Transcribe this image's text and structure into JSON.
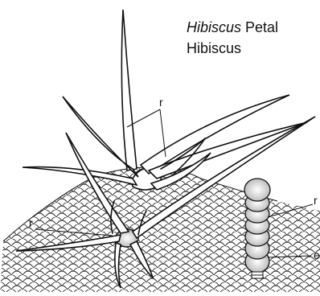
{
  "title": {
    "italic": "Hibiscus",
    "rest": " Petal"
  },
  "subtitle": "Hibiscus",
  "labels": {
    "r_top": "r",
    "r_left": "r",
    "r_right": "r",
    "e_right": "e"
  }
}
